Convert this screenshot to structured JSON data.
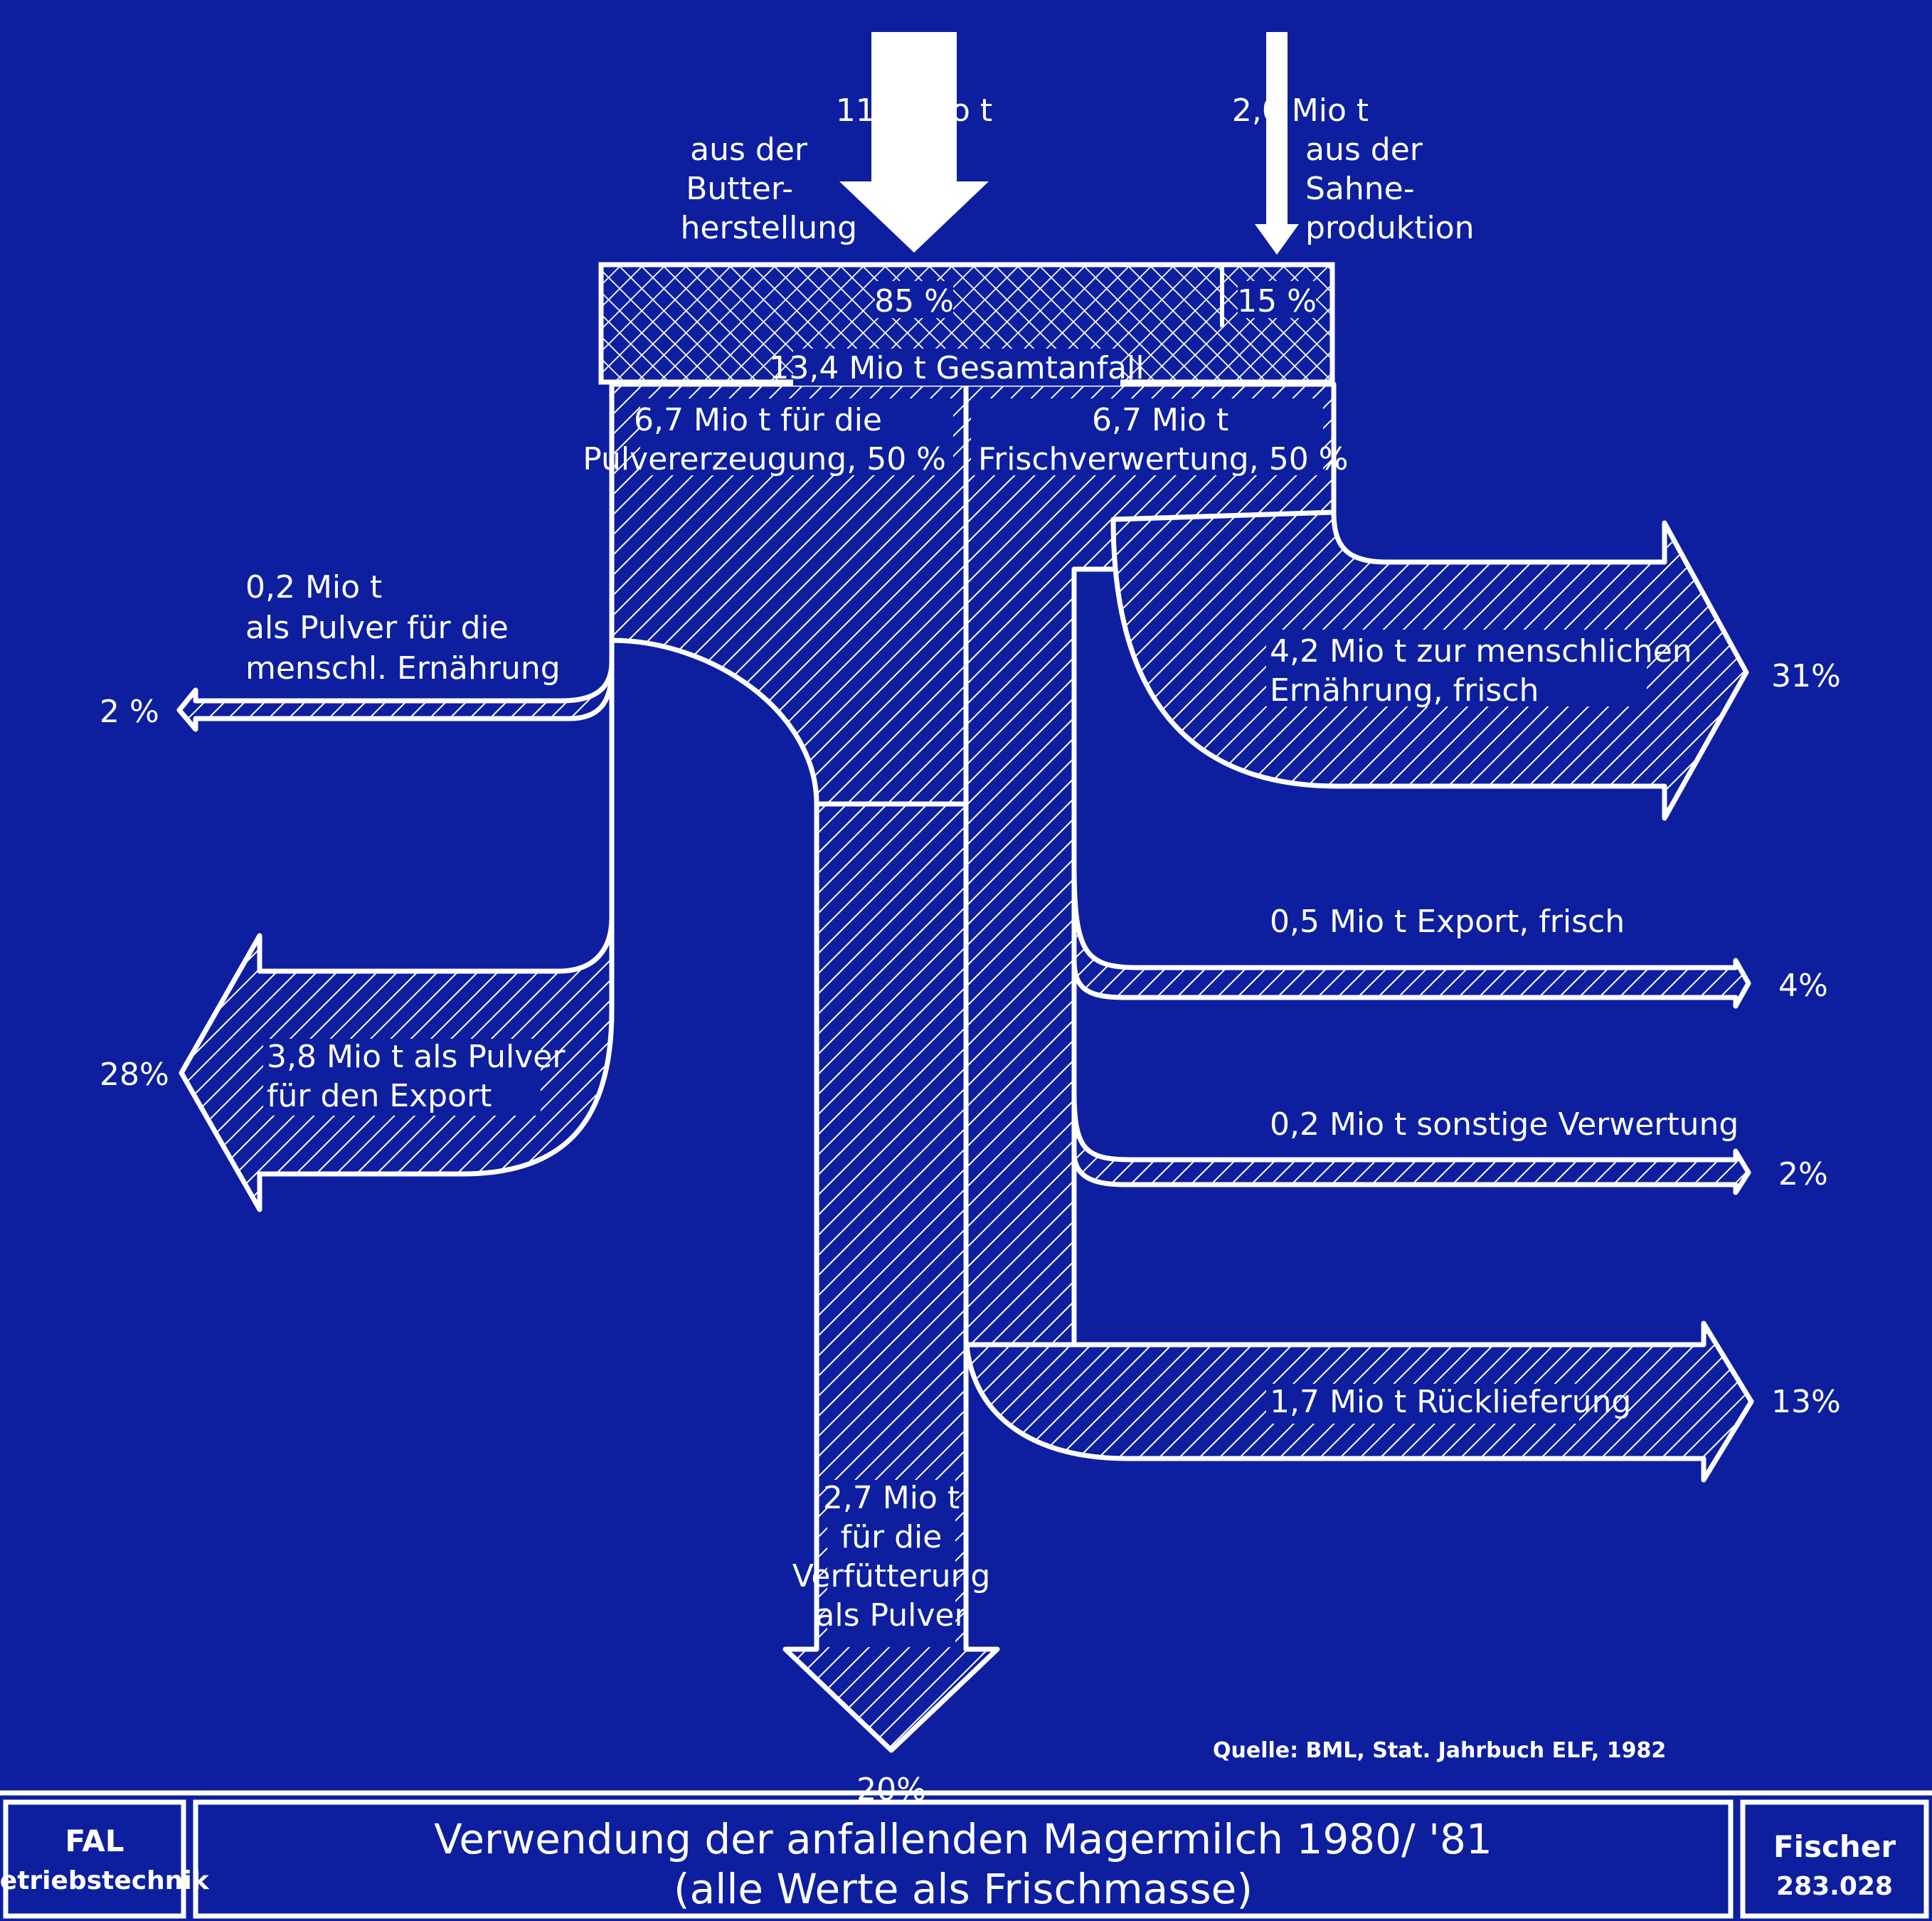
{
  "colors": {
    "background": "#0d1f9e",
    "line": "#ffffff"
  },
  "inputs": {
    "butter": {
      "amount": "11,4 Mio t",
      "line1": "aus der",
      "line2": "Butter-",
      "line3": "herstellung"
    },
    "cream": {
      "amount": "2,0 Mio t",
      "line1": "aus der",
      "line2": "Sahne-",
      "line3": "produktion"
    }
  },
  "share_butter": "85 %",
  "share_cream": "15 %",
  "total": "13,4 Mio t Gesamtanfall",
  "split_powder": {
    "line1": "6,7 Mio t für die",
    "line2": "Pulvererzeugung, 50 %"
  },
  "split_fresh": {
    "line1": "6,7 Mio t",
    "line2": "Frischverwertung, 50 %"
  },
  "flows": {
    "powder_human": {
      "line1": "0,2 Mio t",
      "line2": "als Pulver für die",
      "line3": "menschl. Ernährung",
      "pct": "2 %"
    },
    "powder_export": {
      "line1": "3,8 Mio t als Pulver",
      "line2": "für den Export",
      "pct": "28%"
    },
    "powder_feed": {
      "line1": "2,7 Mio t",
      "line2": "für die",
      "line3": "Verfütterung",
      "line4": "als Pulver",
      "pct": "20%"
    },
    "fresh_human": {
      "line1": "4,2 Mio t zur menschlichen",
      "line2": "Ernährung, frisch",
      "pct": "31%"
    },
    "fresh_export": {
      "label": "0,5 Mio t Export, frisch",
      "pct": "4%"
    },
    "fresh_other": {
      "label": "0,2 Mio t sonstige Verwertung",
      "pct": "2%"
    },
    "return": {
      "label": "1,7 Mio t Rücklieferung",
      "pct": "13%"
    }
  },
  "source": "Quelle: BML, Stat. Jahrbuch ELF, 1982",
  "footer": {
    "left_line1": "FAL",
    "left_line2": "Betriebstechnik",
    "title_line1": "Verwendung der anfallenden Magermilch 1980/ '81",
    "title_line2": "(alle Werte als Frischmasse)",
    "right_line1": "Fischer",
    "right_line2": "283.028"
  }
}
